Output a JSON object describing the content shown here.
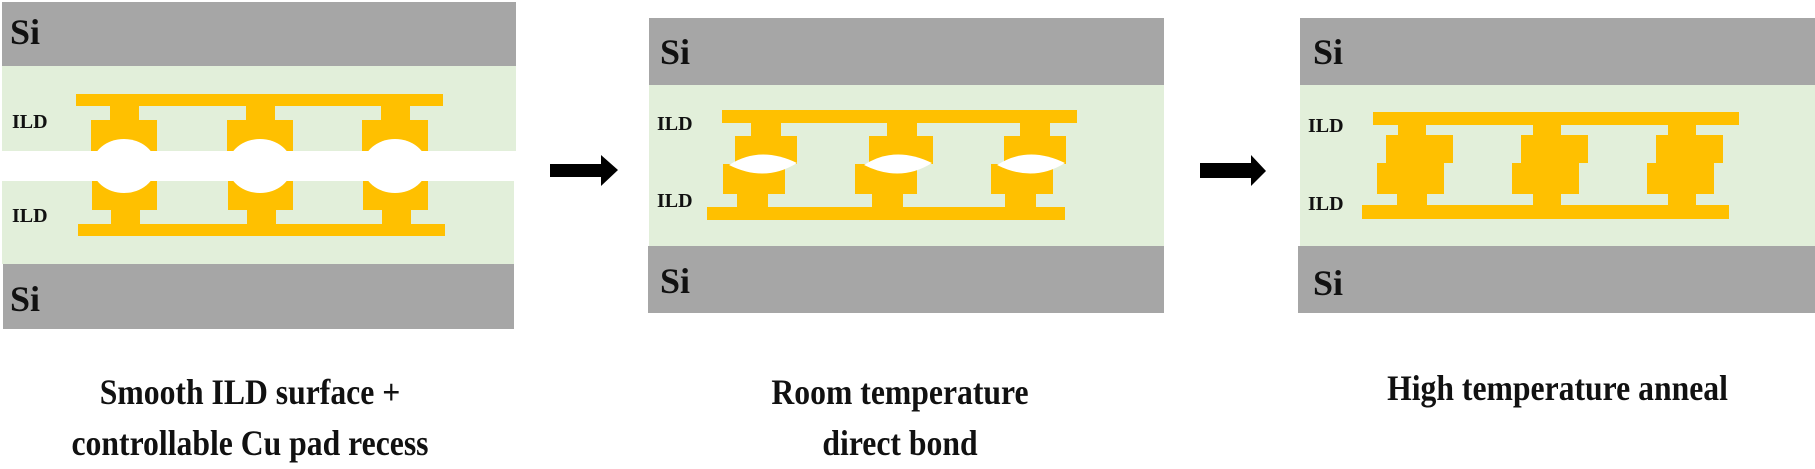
{
  "colors": {
    "silicon": "#a6a6a6",
    "ild": "#e2efda",
    "copper": "#ffc000",
    "gap": "#ffffff",
    "arrow": "#000000",
    "text": "#111111"
  },
  "panels": [
    {
      "id": "step1",
      "si_top_label": "Si",
      "ild_top_label": "ILD",
      "ild_bottom_label": "ILD",
      "si_bottom_label": "Si",
      "caption_lines": [
        "Smooth ILD surface +",
        "controllable Cu pad recess"
      ]
    },
    {
      "id": "step2",
      "si_top_label": "Si",
      "ild_top_label": "ILD",
      "ild_bottom_label": "ILD",
      "si_bottom_label": "Si",
      "caption_lines": [
        "Room temperature",
        "direct bond"
      ]
    },
    {
      "id": "step3",
      "si_top_label": "Si",
      "ild_top_label": "ILD",
      "ild_bottom_label": "ILD",
      "si_bottom_label": "Si",
      "caption_lines": [
        "High temperature anneal"
      ]
    }
  ],
  "arrows": [
    "right-arrow",
    "right-arrow"
  ]
}
